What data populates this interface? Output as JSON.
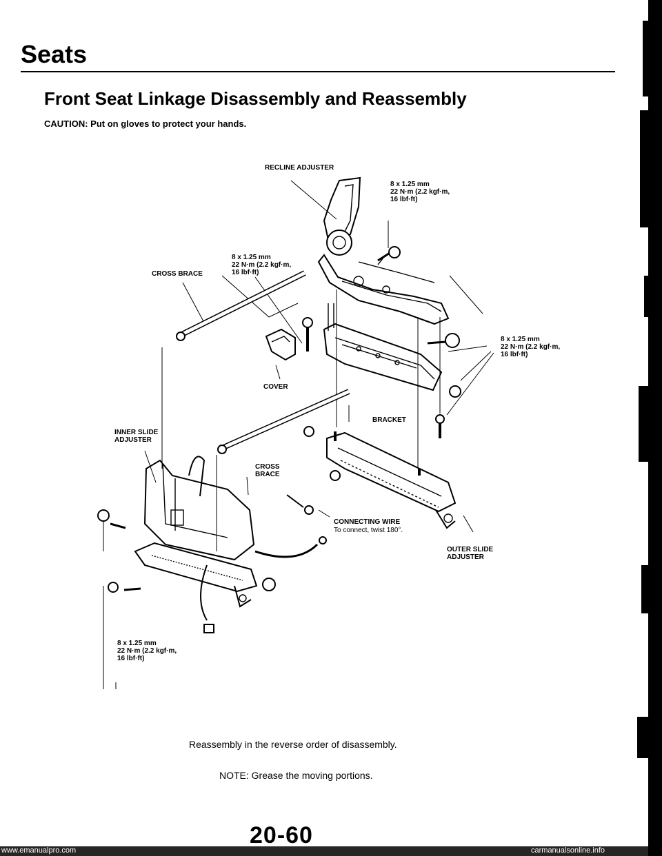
{
  "section_title": "Seats",
  "heading": "Front Seat Linkage Disassembly and Reassembly",
  "caution": "CAUTION: Put on gloves to protect your hands.",
  "labels": {
    "recline_adjuster": "RECLINE ADJUSTER",
    "spec_top": "8 x 1.25 mm\n22 N·m (2.2 kgf·m,\n16 lbf·ft)",
    "spec_mid": "8 x 1.25 mm\n22 N·m (2.2 kgf·m,\n16 lbf·ft)",
    "spec_right": "8 x 1.25 mm\n22 N·m (2.2 kgf·m,\n16 lbf·ft)",
    "spec_bottom": "8 x 1.25 mm\n22 N·m (2.2 kgf·m,\n16 lbf·ft)",
    "cross_brace_top": "CROSS BRACE",
    "cover": "COVER",
    "bracket": "BRACKET",
    "inner_slide": "INNER SLIDE\nADJUSTER",
    "cross_brace_mid": "CROSS\nBRACE",
    "connecting_wire": "CONNECTING WIRE",
    "connecting_note": "To connect, twist 180°.",
    "outer_slide": "OUTER SLIDE\nADJUSTER"
  },
  "reassembly": "Reassembly in the reverse order of disassembly.",
  "note": "NOTE:  Grease the moving portions.",
  "page_number": "20-60",
  "url": "www.emanualpro.com",
  "footer_url": "carmanualsonline.info"
}
